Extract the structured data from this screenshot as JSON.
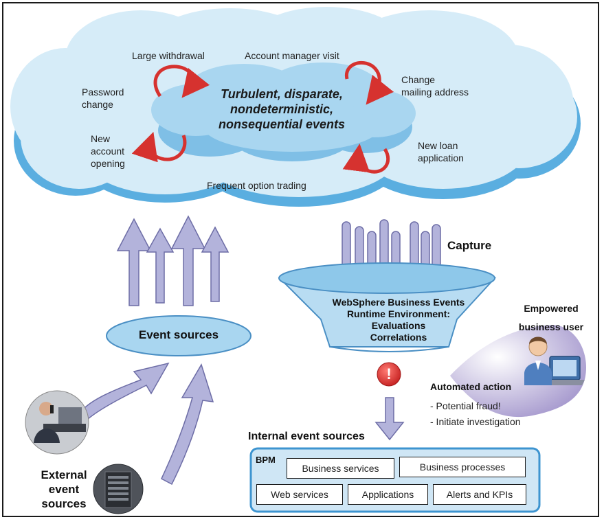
{
  "cloud_events": {
    "large_withdrawal": "Large withdrawal",
    "account_manager_visit": "Account manager visit",
    "change_mailing_address": "Change\nmailing address",
    "password_change": "Password\nchange",
    "new_account_opening": "New\naccount\nopening",
    "new_loan_application": "New loan\napplication",
    "frequent_option_trading": "Frequent option trading",
    "center_text": "Turbulent, disparate,\nnondeterministic,\nnonsequential events"
  },
  "event_sources_label": "Event sources",
  "capture_label": "Capture",
  "funnel_text": "WebSphere Business Events\nRuntime Environment:\nEvaluations\nCorrelations",
  "empowered_user_label": "Empowered\nbusiness user",
  "automated_action": {
    "title": "Automated action",
    "items": [
      "- Potential fraud!",
      "- Initiate investigation"
    ]
  },
  "internal_sources_label": "Internal event sources",
  "external_sources_label": "External\nevent\nsources",
  "bpm": {
    "label": "BPM",
    "boxes": [
      "Business services",
      "Business processes",
      "Web services",
      "Applications",
      "Alerts and KPIs"
    ]
  },
  "alert_icon_glyph": "!",
  "icons": [
    "circular-arrow-icon",
    "up-arrow-icon",
    "alert-icon",
    "person-phone-icon",
    "server-icon",
    "business-user-icon"
  ],
  "colors": {
    "cloud_fill": "#d6ecf8",
    "cloud_edge": "#5aaee0",
    "inner_cloud": "#a9d6f0",
    "arrow_fill": "#b3b3db",
    "red_arrow": "#d6322f",
    "bpm_fill": "#cfe6f5",
    "alert_red": "#d62b2b"
  }
}
